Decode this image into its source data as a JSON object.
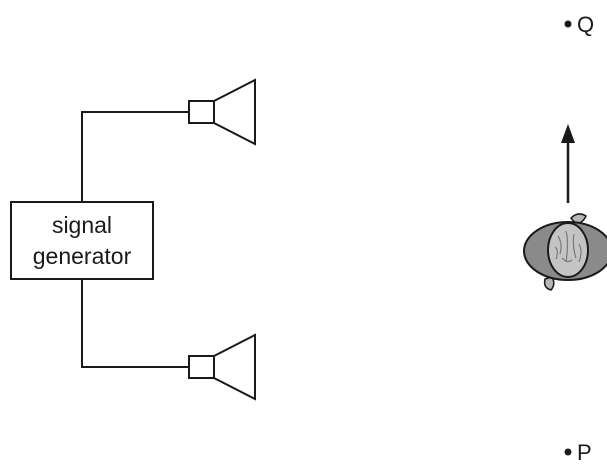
{
  "generator": {
    "line1": "signal",
    "line2": "generator"
  },
  "points": {
    "top": "Q",
    "bottom": "P"
  }
}
